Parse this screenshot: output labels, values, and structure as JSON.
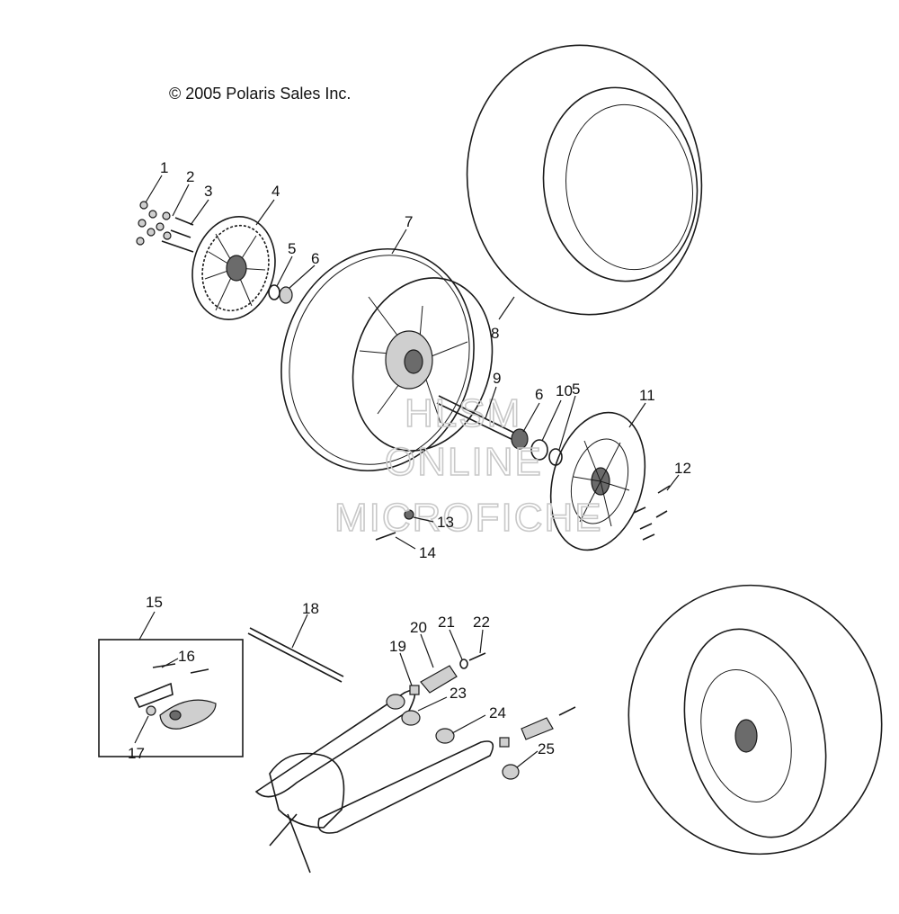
{
  "copyright": "© 2005 Polaris Sales Inc.",
  "watermark": [
    "HLSM",
    "ONLINE",
    "MICROFICHE"
  ],
  "callouts": [
    {
      "id": "1",
      "label": "1"
    },
    {
      "id": "2",
      "label": "2"
    },
    {
      "id": "3",
      "label": "3"
    },
    {
      "id": "4",
      "label": "4"
    },
    {
      "id": "5a",
      "label": "5"
    },
    {
      "id": "6a",
      "label": "6"
    },
    {
      "id": "7",
      "label": "7"
    },
    {
      "id": "8",
      "label": "8"
    },
    {
      "id": "9",
      "label": "9"
    },
    {
      "id": "6b",
      "label": "6"
    },
    {
      "id": "10",
      "label": "10"
    },
    {
      "id": "5b",
      "label": "5"
    },
    {
      "id": "11",
      "label": "11"
    },
    {
      "id": "12",
      "label": "12"
    },
    {
      "id": "13",
      "label": "13"
    },
    {
      "id": "14",
      "label": "14"
    },
    {
      "id": "15",
      "label": "15"
    },
    {
      "id": "16",
      "label": "16"
    },
    {
      "id": "17",
      "label": "17"
    },
    {
      "id": "18",
      "label": "18"
    },
    {
      "id": "19",
      "label": "19"
    },
    {
      "id": "20",
      "label": "20"
    },
    {
      "id": "21",
      "label": "21"
    },
    {
      "id": "22",
      "label": "22"
    },
    {
      "id": "23",
      "label": "23"
    },
    {
      "id": "24",
      "label": "24"
    },
    {
      "id": "25",
      "label": "25"
    }
  ]
}
